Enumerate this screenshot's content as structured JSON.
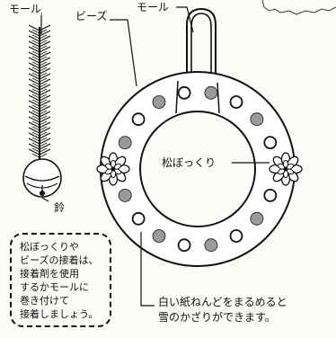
{
  "labels": {
    "mole_left": "モール",
    "beads": "ビーズ",
    "mole_top": "モール",
    "pinecone": "松ぼっくり",
    "bell": "鈴"
  },
  "note": {
    "lines": [
      "松ぼっくりや",
      "ビーズの接着は、",
      "接着剤を使用",
      "するかモールに",
      "巻き付けて",
      "接着しましょう。"
    ]
  },
  "caption": {
    "lines": [
      "白い紙ねんどをまるめると",
      "雪のかざりができます。"
    ]
  },
  "beads": {
    "ring_pattern": [
      "gray",
      "white",
      "gray",
      "white",
      "gray",
      "white",
      "gray",
      "white",
      "gray",
      "white",
      "gray",
      "white",
      "gray",
      "white",
      "gray",
      "white",
      "gray",
      "white"
    ]
  },
  "colors": {
    "line": "#111111",
    "gray_bead": "#9a9a9a",
    "paper": "#fbfbf8"
  }
}
